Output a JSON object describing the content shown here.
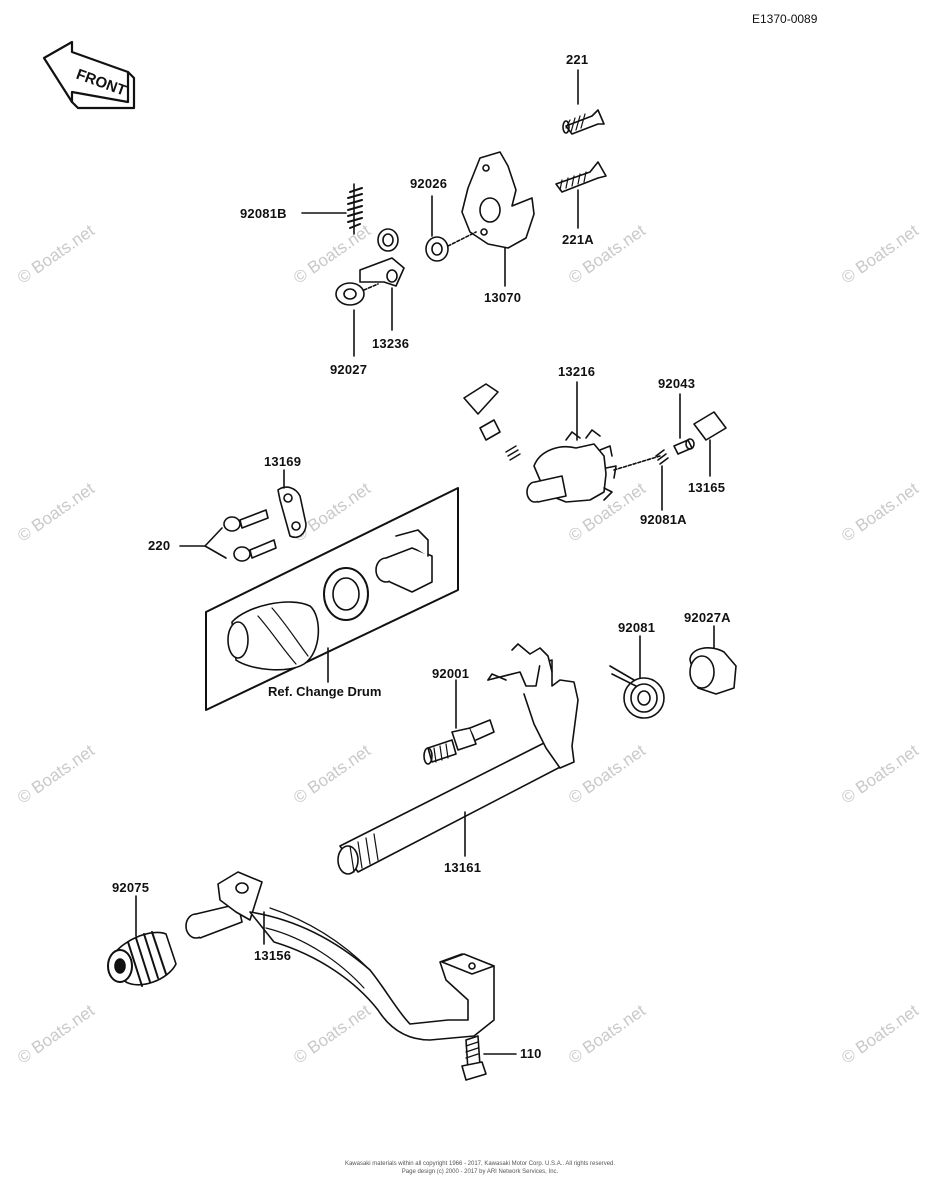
{
  "diagram_code": "E1370-0089",
  "front_label": "FRONT",
  "reference_label": "Ref. Change Drum",
  "watermark": "© Boats.net",
  "footer_line1": "Kawasaki materials within all copyright 1966 - 2017, Kawasaki Motor Corp. U.S.A.. All rights reserved.",
  "footer_line2": "Page design (c) 2000 - 2017 by ARI Network Services, Inc.",
  "parts": [
    {
      "id": "221",
      "label": "221"
    },
    {
      "id": "221A",
      "label": "221A"
    },
    {
      "id": "92026",
      "label": "92026"
    },
    {
      "id": "92081B",
      "label": "92081B"
    },
    {
      "id": "13070",
      "label": "13070"
    },
    {
      "id": "13236",
      "label": "13236"
    },
    {
      "id": "92027",
      "label": "92027"
    },
    {
      "id": "13216",
      "label": "13216"
    },
    {
      "id": "92043",
      "label": "92043"
    },
    {
      "id": "13165",
      "label": "13165"
    },
    {
      "id": "92081A",
      "label": "92081A"
    },
    {
      "id": "13169",
      "label": "13169"
    },
    {
      "id": "220",
      "label": "220"
    },
    {
      "id": "92081",
      "label": "92081"
    },
    {
      "id": "92027A",
      "label": "92027A"
    },
    {
      "id": "92001",
      "label": "92001"
    },
    {
      "id": "13161",
      "label": "13161"
    },
    {
      "id": "92075",
      "label": "92075"
    },
    {
      "id": "13156",
      "label": "13156"
    },
    {
      "id": "110",
      "label": "110"
    }
  ]
}
